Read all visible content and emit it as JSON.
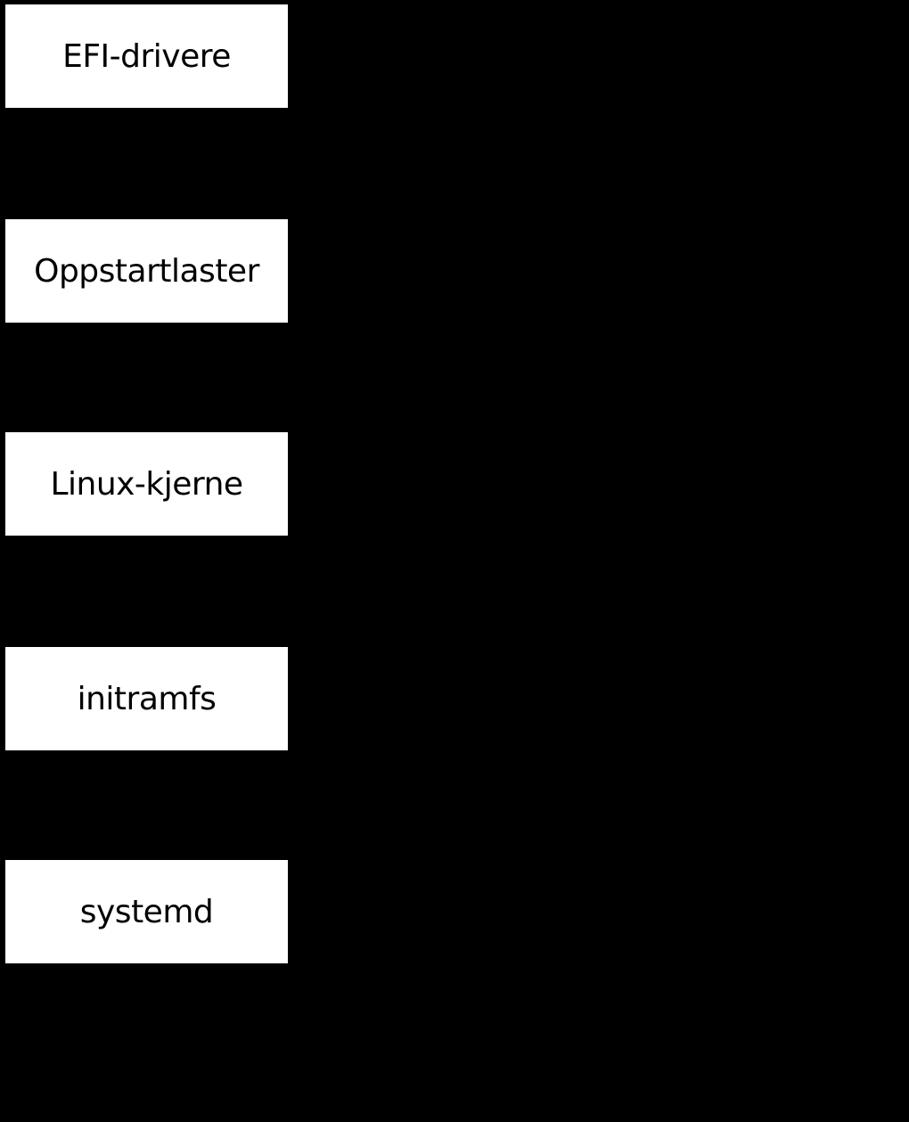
{
  "diagram": {
    "type": "flowchart",
    "background_color": "#000000",
    "node_fill_color": "#ffffff",
    "node_text_color": "#000000",
    "nodes": [
      {
        "id": "efi-drivere",
        "label": "EFI-drivere"
      },
      {
        "id": "oppstartlaster",
        "label": "Oppstartlaster"
      },
      {
        "id": "linux-kjerne",
        "label": "Linux-kjerne"
      },
      {
        "id": "initramfs",
        "label": "initramfs"
      },
      {
        "id": "systemd",
        "label": "systemd"
      }
    ]
  }
}
